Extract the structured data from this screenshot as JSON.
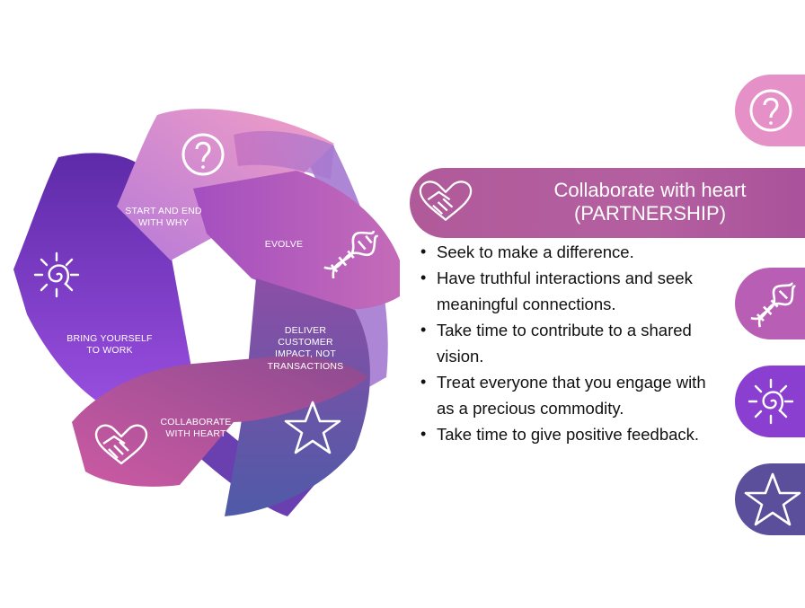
{
  "diagram": {
    "segments": [
      {
        "id": "why",
        "label_lines": [
          "START AND END",
          "WITH WHY"
        ],
        "icon": "question-icon",
        "color": "#d98fc6"
      },
      {
        "id": "evolve",
        "label_lines": [
          "EVOLVE"
        ],
        "icon": "dna-icon",
        "color": "#b55fb3"
      },
      {
        "id": "deliver",
        "label_lines": [
          "DELIVER",
          "CUSTOMER",
          "IMPACT, NOT",
          "TRANSACTIONS"
        ],
        "icon": "star-icon",
        "color": "#5a4fa0"
      },
      {
        "id": "collab",
        "label_lines": [
          "COLLABORATE",
          "WITH HEART"
        ],
        "icon": "handshake-icon",
        "color": "#b5539a"
      },
      {
        "id": "bring",
        "label_lines": [
          "BRING YOURSELF",
          "TO WORK"
        ],
        "icon": "sun-spiral-icon",
        "color": "#8a42c8"
      }
    ]
  },
  "panel": {
    "title_line1": "Collaborate with heart",
    "title_line2": "(PARTNERSHIP)",
    "icon": "handshake-icon",
    "bullets": [
      "Seek to make a difference.",
      "Have truthful interactions and seek meaningful connections.",
      "Take time to contribute to a shared vision.",
      "Treat everyone that you engage with as a precious commodity.",
      "Take time to give positive feedback."
    ]
  },
  "side_tabs": [
    {
      "icon": "question-icon",
      "color": "#e48fc9"
    },
    {
      "icon": "dna-icon",
      "color": "#b75cb3"
    },
    {
      "icon": "sun-spiral-icon",
      "color": "#8a3fd0"
    },
    {
      "icon": "star-icon",
      "color": "#5c4f9c"
    }
  ]
}
